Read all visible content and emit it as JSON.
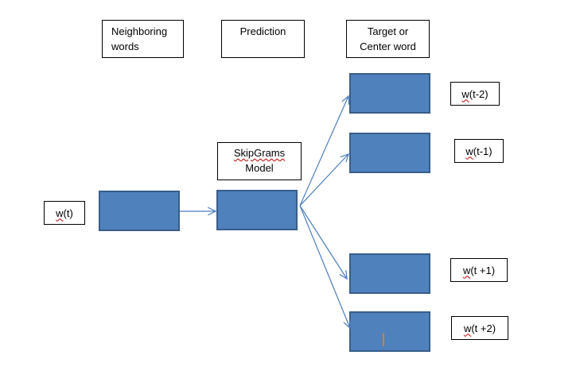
{
  "headers": {
    "neighboring_line1": "Neighboring",
    "neighboring_line2": "words",
    "prediction": "Prediction",
    "target_line1": "Target or",
    "target_line2": "Center word"
  },
  "model": {
    "line1": "SkipGrams",
    "line2": "Model"
  },
  "input_word": {
    "prefix": "w",
    "suffix": "(t)"
  },
  "context_words": [
    {
      "prefix": "w",
      "suffix": "(t-2)"
    },
    {
      "prefix": "w",
      "suffix": "(t-1)"
    },
    {
      "prefix": "w",
      "suffix": "(t +1)"
    },
    {
      "prefix": "w",
      "suffix": "(t +2)"
    }
  ],
  "colors": {
    "box_fill": "#4f81bd",
    "box_border": "#385d8a",
    "arrow": "#4a7ebb",
    "spell_underline": "#c00000",
    "caret": "#e07b2a"
  }
}
